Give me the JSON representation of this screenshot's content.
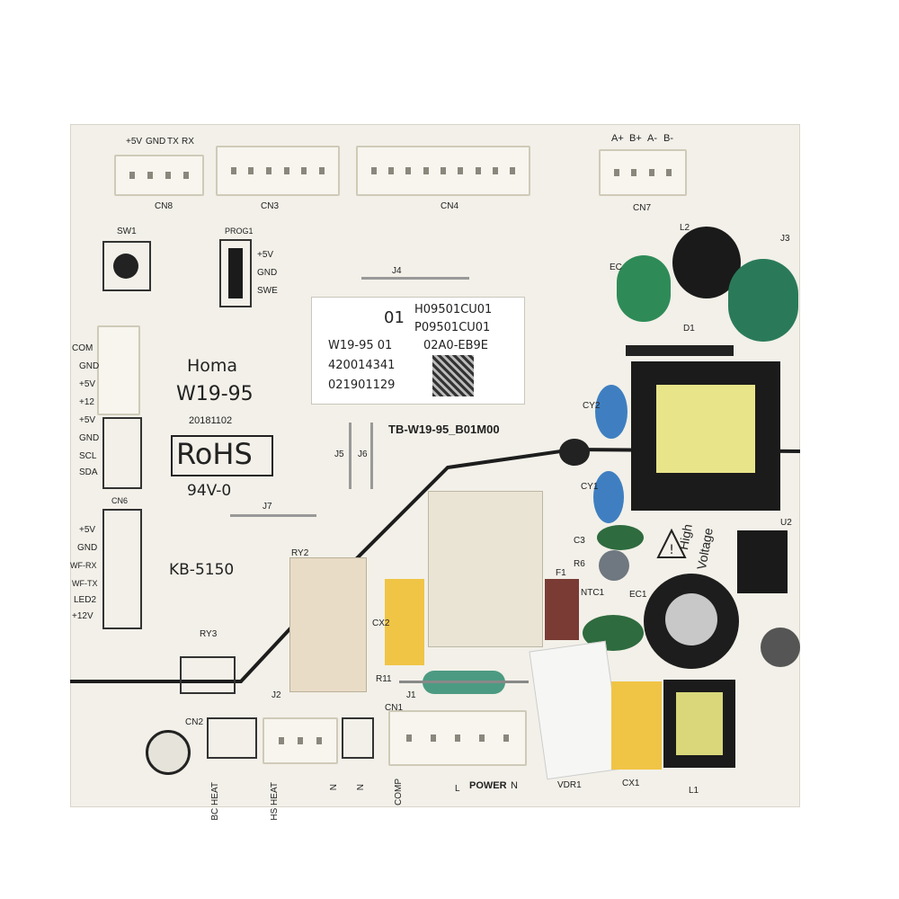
{
  "board": {
    "brand": "Homa",
    "model": "W19-95",
    "date": "20181102",
    "rohs": "RoHS",
    "flammability": "94V-0",
    "part": "KB-5150",
    "pcb_id": "TB-W19-95_B01M00",
    "high_voltage_line1": "High",
    "high_voltage_line2": "Voltage"
  },
  "sticker": {
    "rev": "01",
    "code1": "H09501CU01",
    "code2": "P09501CU01",
    "model": "W19-95 01",
    "serial": "420014341",
    "lot": "021901129",
    "hash": "02A0-EB9E"
  },
  "refs": {
    "cn8": "CN8",
    "cn3": "CN3",
    "cn4": "CN4",
    "cn7": "CN7",
    "cn6": "CN6",
    "cn2": "CN2",
    "cn1": "CN1",
    "sw1": "SW1",
    "prog1": "PROG1",
    "j4": "J4",
    "j3": "J3",
    "j5": "J5",
    "j6": "J6",
    "j7": "J7",
    "j2": "J2",
    "j1": "J1",
    "ry2": "RY2",
    "ry3": "RY3",
    "l2": "L2",
    "d1": "D1",
    "ec": "EC",
    "cy2": "CY2",
    "cy1": "CY1",
    "c3": "C3",
    "r6": "R6",
    "f1": "F1",
    "ntc1": "NTC1",
    "ec1": "EC1",
    "u2": "U2",
    "cx2": "CX2",
    "r11": "R11",
    "vdr1": "VDR1",
    "cx1": "CX1",
    "l1": "L1"
  },
  "pins": {
    "cn8": [
      "+5V",
      "GND",
      "TX",
      "RX"
    ],
    "prog1": [
      "+5V",
      "GND",
      "SWE"
    ],
    "cn7": [
      "A+",
      "B+",
      "A-",
      "B-"
    ],
    "left": [
      "COM",
      "GND",
      "+5V",
      "+12",
      "+5V",
      "GND",
      "SCL",
      "SDA"
    ],
    "cn6": [
      "+5V",
      "GND",
      "WF-RX",
      "WF-TX",
      "LED2",
      "+12V"
    ],
    "bottom": [
      "BC HEAT",
      "HS HEAT",
      "N",
      "N",
      "COMP",
      "L",
      "POWER",
      "N"
    ]
  }
}
